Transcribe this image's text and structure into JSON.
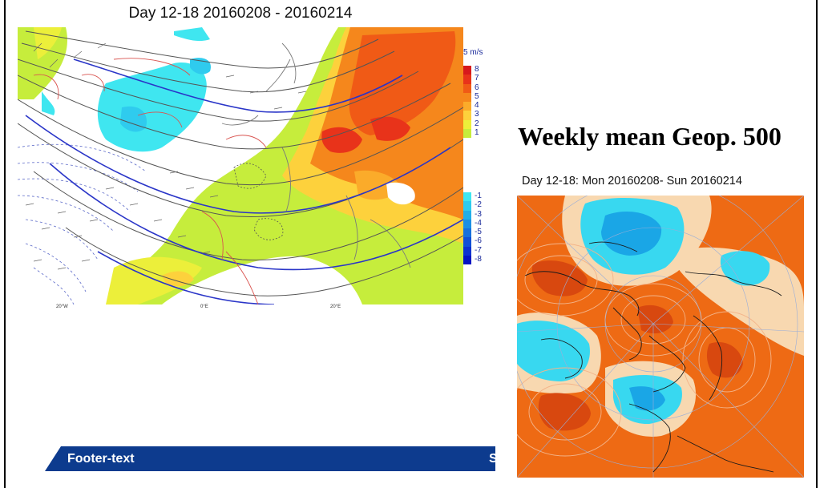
{
  "map1": {
    "title": "Day 12-18 20160208 - 20160214",
    "legend": {
      "unit": "5 m/s",
      "positive": [
        {
          "value": "8",
          "color": "#d7191c"
        },
        {
          "value": "7",
          "color": "#e8331a"
        },
        {
          "value": "6",
          "color": "#f05a16"
        },
        {
          "value": "5",
          "color": "#f5871c"
        },
        {
          "value": "4",
          "color": "#fbab2a"
        },
        {
          "value": "3",
          "color": "#fdd13c"
        },
        {
          "value": "2",
          "color": "#ecef3a"
        },
        {
          "value": "1",
          "color": "#c6ed3c"
        }
      ],
      "negative": [
        {
          "value": "-1",
          "color": "#3fe6f0"
        },
        {
          "value": "-2",
          "color": "#2fcbee"
        },
        {
          "value": "-3",
          "color": "#22aee9"
        },
        {
          "value": "-4",
          "color": "#1b8fe4"
        },
        {
          "value": "-5",
          "color": "#1670dd"
        },
        {
          "value": "-6",
          "color": "#1050d6"
        },
        {
          "value": "-7",
          "color": "#0b32cf"
        },
        {
          "value": "-8",
          "color": "#0414c2"
        }
      ]
    },
    "lon_labels": [
      "20°W",
      "0°E",
      "20°E"
    ]
  },
  "map2": {
    "heading": "Weekly mean Geop. 500",
    "subtitle": "Day 12-18: Mon 20160208- Sun 20160214",
    "colors": {
      "positive": "#ee6a14",
      "positive_core": "#d8480f",
      "neutral": "#f8d8b0",
      "negative": "#38d8f0",
      "negative_core": "#1aa6e6"
    }
  },
  "footer": {
    "text": "Footer-text",
    "extra": "S"
  }
}
